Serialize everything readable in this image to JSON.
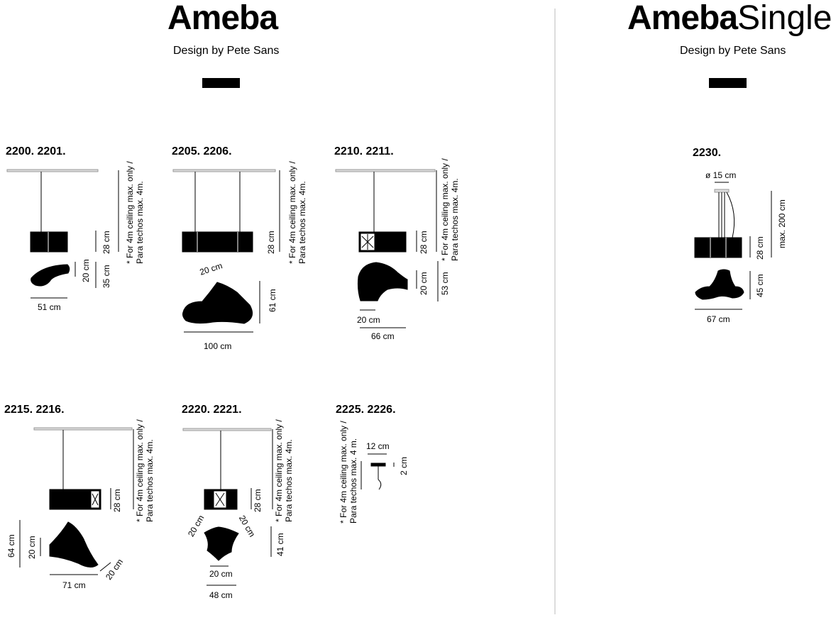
{
  "left": {
    "title": "Ameba",
    "designer": "Design by Pete Sans",
    "swatch_color": "#000000"
  },
  "right": {
    "title_bold": "Ameba",
    "title_light": "Single",
    "designer": "Design by Pete Sans",
    "swatch_color": "#000000"
  },
  "note": {
    "line1": "* For 4m ceiling max. only /",
    "line2": "Para techos max. 4m.",
    "line2_alt": "Para techos max. 4 m."
  },
  "products": {
    "p2200": {
      "code": "2200.  2201.",
      "height": "28 cm",
      "depth": "20 cm",
      "depth2": "35 cm",
      "width": "51 cm"
    },
    "p2205": {
      "code": "2205.  2206.",
      "height": "28 cm",
      "arm": "20 cm",
      "depth": "61 cm",
      "width": "100 cm"
    },
    "p2210": {
      "code": "2210.  2211.",
      "height": "28 cm",
      "depth": "20 cm",
      "depth2": "53 cm",
      "arm": "20 cm",
      "width": "66 cm"
    },
    "p2215": {
      "code": "2215.  2216.",
      "height": "28 cm",
      "depth": "64 cm",
      "depth2": "20 cm",
      "width": "71 cm",
      "arm": "20 cm"
    },
    "p2220": {
      "code": "2220.  2221.",
      "height": "28 cm",
      "arm_left": "20 cm",
      "arm_right": "20 cm",
      "depth": "41 cm",
      "arm_bottom": "20 cm",
      "width": "48 cm"
    },
    "p2225": {
      "code": "2225.  2226.",
      "width": "12 cm",
      "height": "2 cm"
    },
    "p2230": {
      "code": "2230.",
      "canopy": "ø 15 cm",
      "height": "28 cm",
      "drop": "max. 200 cm",
      "depth": "45 cm",
      "width": "67 cm"
    }
  }
}
